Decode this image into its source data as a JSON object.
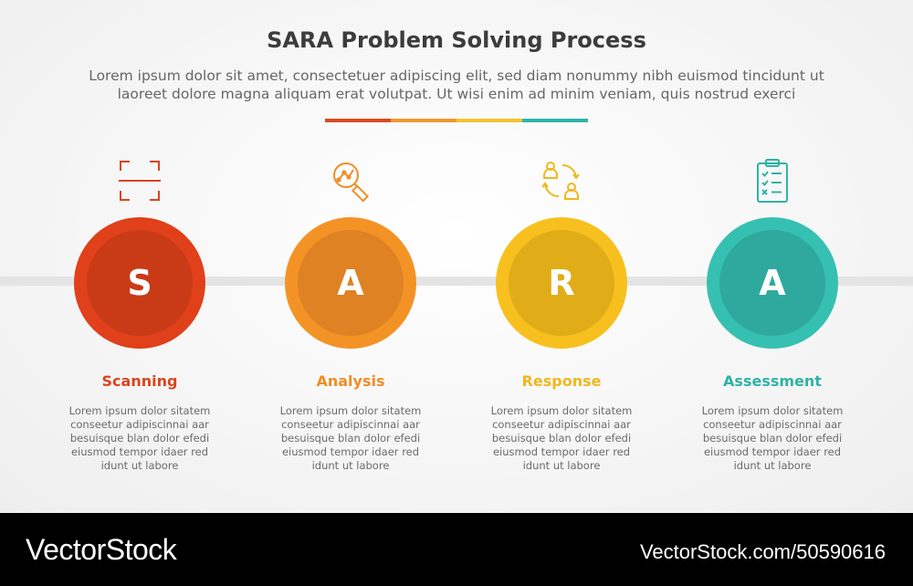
{
  "header": {
    "title": "SARA Problem Solving Process",
    "subtitle_line1": "Lorem ipsum dolor sit amet, consectetuer adipiscing elit, sed diam nonummy nibh euismod tincidunt ut",
    "subtitle_line2": "laoreet dolore magna aliquam erat volutpat. Ut wisi enim ad minim veniam, quis nostrud exerci"
  },
  "accent_colors": [
    "#d94a22",
    "#f0982f",
    "#f5c331",
    "#2fb3a9"
  ],
  "steps": [
    {
      "letter": "S",
      "label": "Scanning",
      "icon": "scan-frame-icon",
      "color": "#e0401a",
      "inner_color": "#c93a17",
      "text_color": "#d9441e",
      "desc": [
        "Lorem ipsum dolor sitatem",
        "conseetur adipiscinnai aar",
        "besuisque blan dolor efedi",
        "eiusmod tempor idaer red",
        "idunt ut labore"
      ]
    },
    {
      "letter": "A",
      "label": "Analysis",
      "icon": "magnifier-analysis-icon",
      "color": "#f39326",
      "inner_color": "#de8224",
      "text_color": "#ef8e25",
      "desc": [
        "Lorem ipsum dolor sitatem",
        "conseetur adipiscinnai aar",
        "besuisque blan dolor efedi",
        "eiusmod tempor idaer red",
        "idunt ut labore"
      ]
    },
    {
      "letter": "R",
      "label": "Response",
      "icon": "users-exchange-icon",
      "color": "#f7c01f",
      "inner_color": "#e0ad18",
      "text_color": "#f0b81d",
      "desc": [
        "Lorem ipsum dolor sitatem",
        "conseetur adipiscinnai aar",
        "besuisque blan dolor efedi",
        "eiusmod tempor idaer red",
        "idunt ut labore"
      ]
    },
    {
      "letter": "A",
      "label": "Assessment",
      "icon": "clipboard-checklist-icon",
      "color": "#36c0b2",
      "inner_color": "#2fa99d",
      "text_color": "#2fb3a7",
      "desc": [
        "Lorem ipsum dolor sitatem",
        "conseetur adipiscinnai aar",
        "besuisque blan dolor efedi",
        "eiusmod tempor idaer red",
        "idunt ut labore"
      ]
    }
  ],
  "footer": {
    "brand": "VectorStock",
    "reference": "VectorStock.com/50590616"
  }
}
